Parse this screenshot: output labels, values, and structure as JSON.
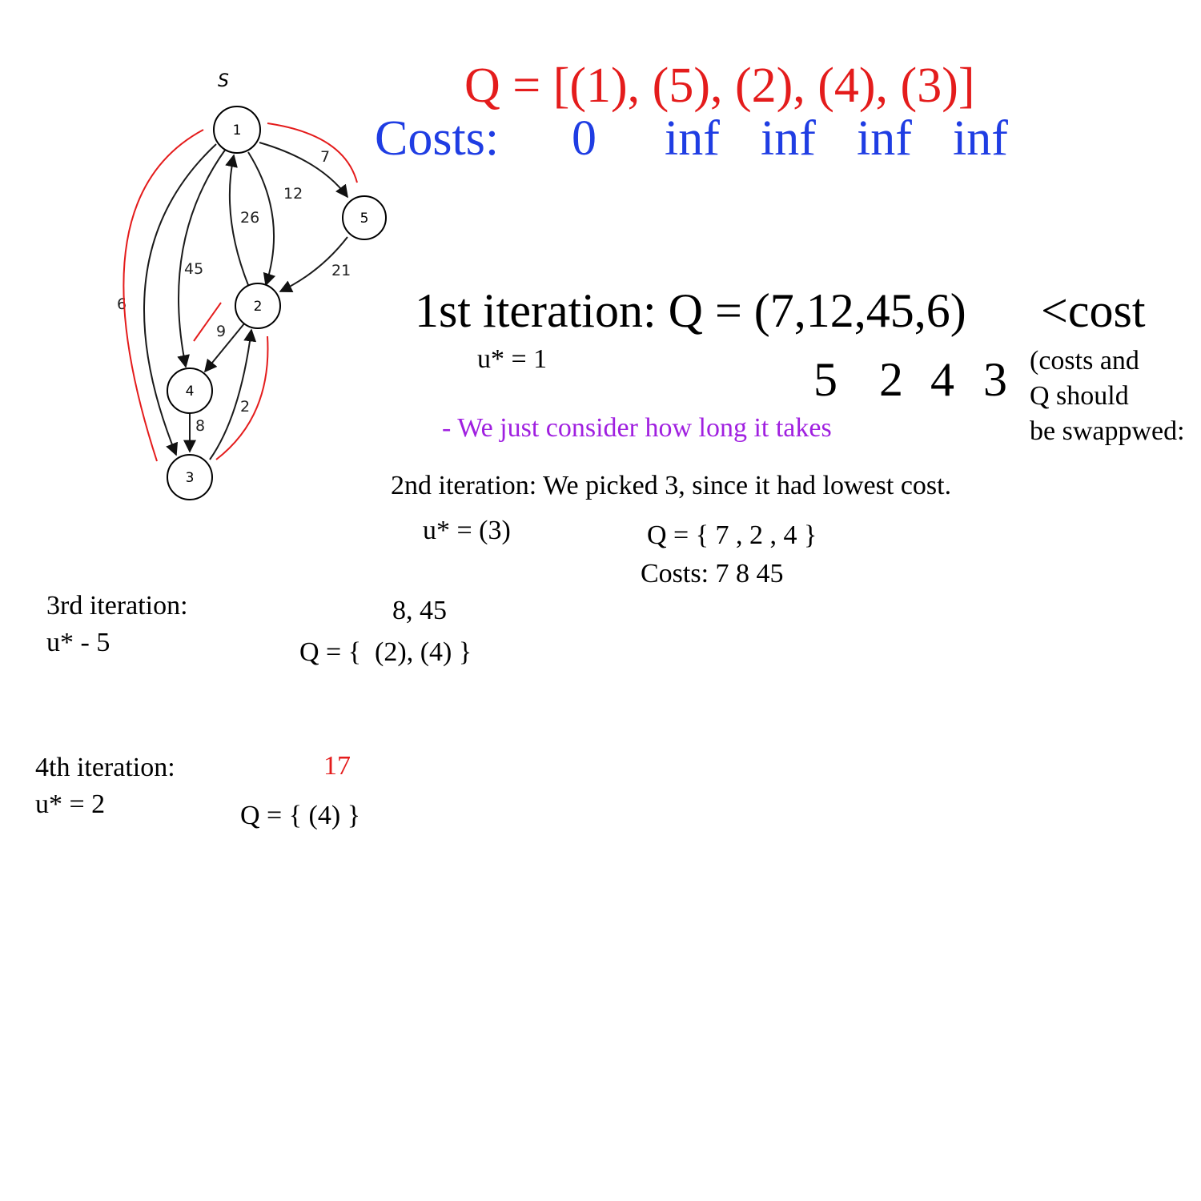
{
  "graph": {
    "source_label": "S",
    "nodes": [
      "1",
      "2",
      "3",
      "4",
      "5"
    ],
    "edge_weights": {
      "e_1_5": "7",
      "e_1_2": "12",
      "e_2_1": "26",
      "e_1_4": "45",
      "e_1_3": "6",
      "e_5_2": "21",
      "e_2_4": "9",
      "e_4_3": "8",
      "e_3_2": "2"
    }
  },
  "header": {
    "queue": "Q = [(1), (5), (2), (4), (3)]",
    "costs_label": "Costs:",
    "costs": [
      "0",
      "inf",
      "inf",
      "inf",
      "inf"
    ]
  },
  "iter1": {
    "title": "1st iteration: Q = (7,12,45,6)",
    "cost_note": "<cost",
    "u_star": "u* = 1",
    "nodes_row": [
      "5",
      "2",
      "4",
      "3"
    ],
    "note_lines": [
      "(costs and",
      "Q should",
      "be swappwed:"
    ],
    "comment": "- We just consider how long it takes"
  },
  "iter2": {
    "title": "2nd iteration: We picked 3, since it had lowest cost.",
    "u_star": "u* = (3)",
    "queue": "Q = { 7 , 2 , 4 }",
    "costs": "Costs: 7 8 45"
  },
  "iter3": {
    "title": "3rd iteration:",
    "u_star": "u* - 5",
    "costs": "8, 45",
    "queue": "Q = {  (2), (4) }"
  },
  "iter4": {
    "title": "4th iteration:",
    "u_star": "u* = 2",
    "cost": "17",
    "queue": "Q = { (4) }"
  },
  "colors": {
    "queue_red": "#e41c1c",
    "costs_blue": "#1f3de3",
    "comment_purple": "#a020e0",
    "annotation_red": "#e41c1c"
  }
}
